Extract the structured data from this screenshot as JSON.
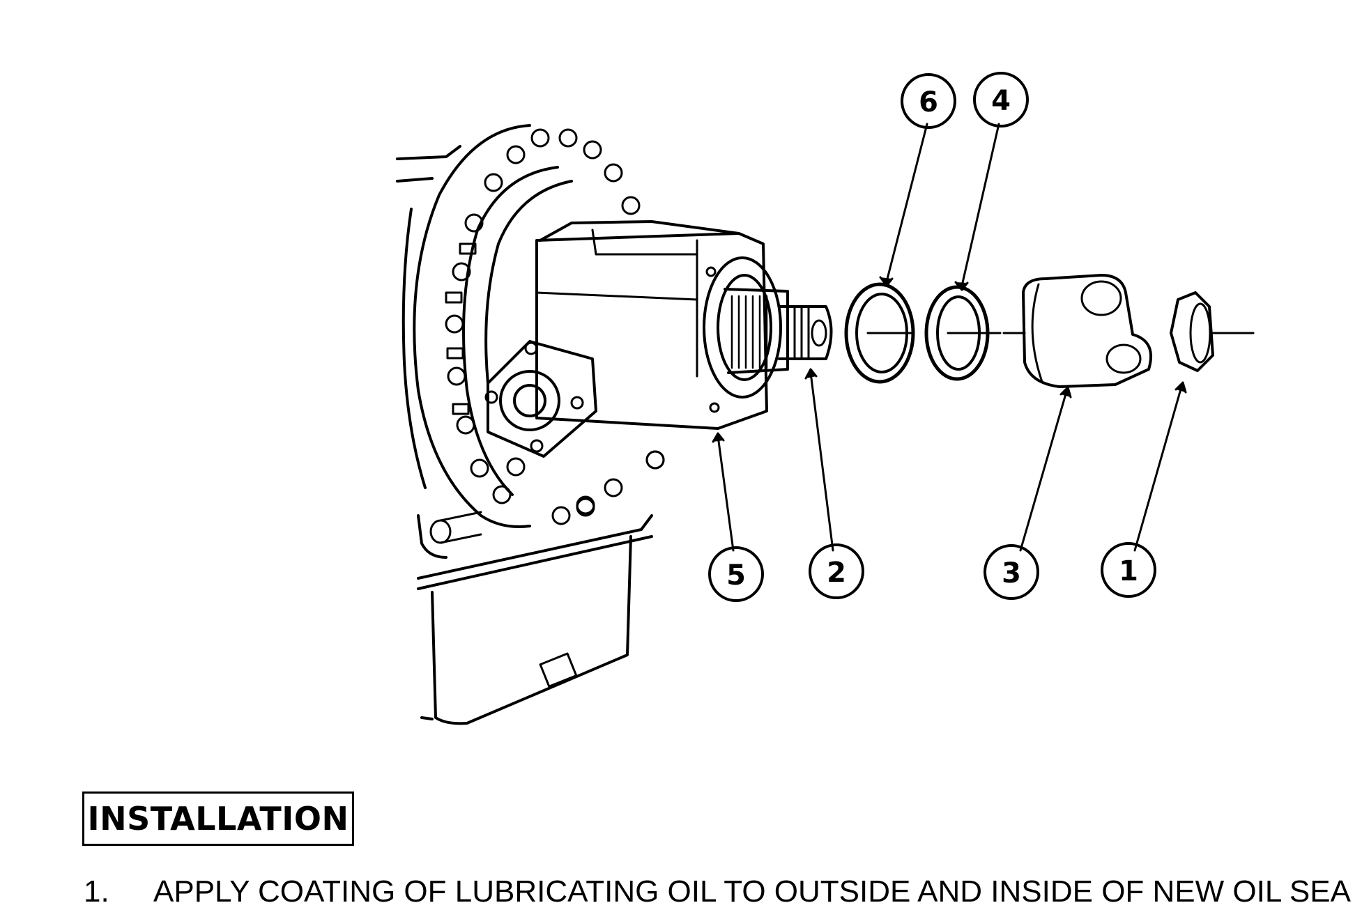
{
  "figure": {
    "callouts": [
      "6",
      "4",
      "5",
      "2",
      "3",
      "1"
    ]
  },
  "section": {
    "heading": "INSTALLATION"
  },
  "steps": [
    {
      "number": "1.",
      "text": "APPLY COATING OF LUBRICATING OIL TO OUTSIDE AND INSIDE OF NEW OIL SEA"
    }
  ]
}
